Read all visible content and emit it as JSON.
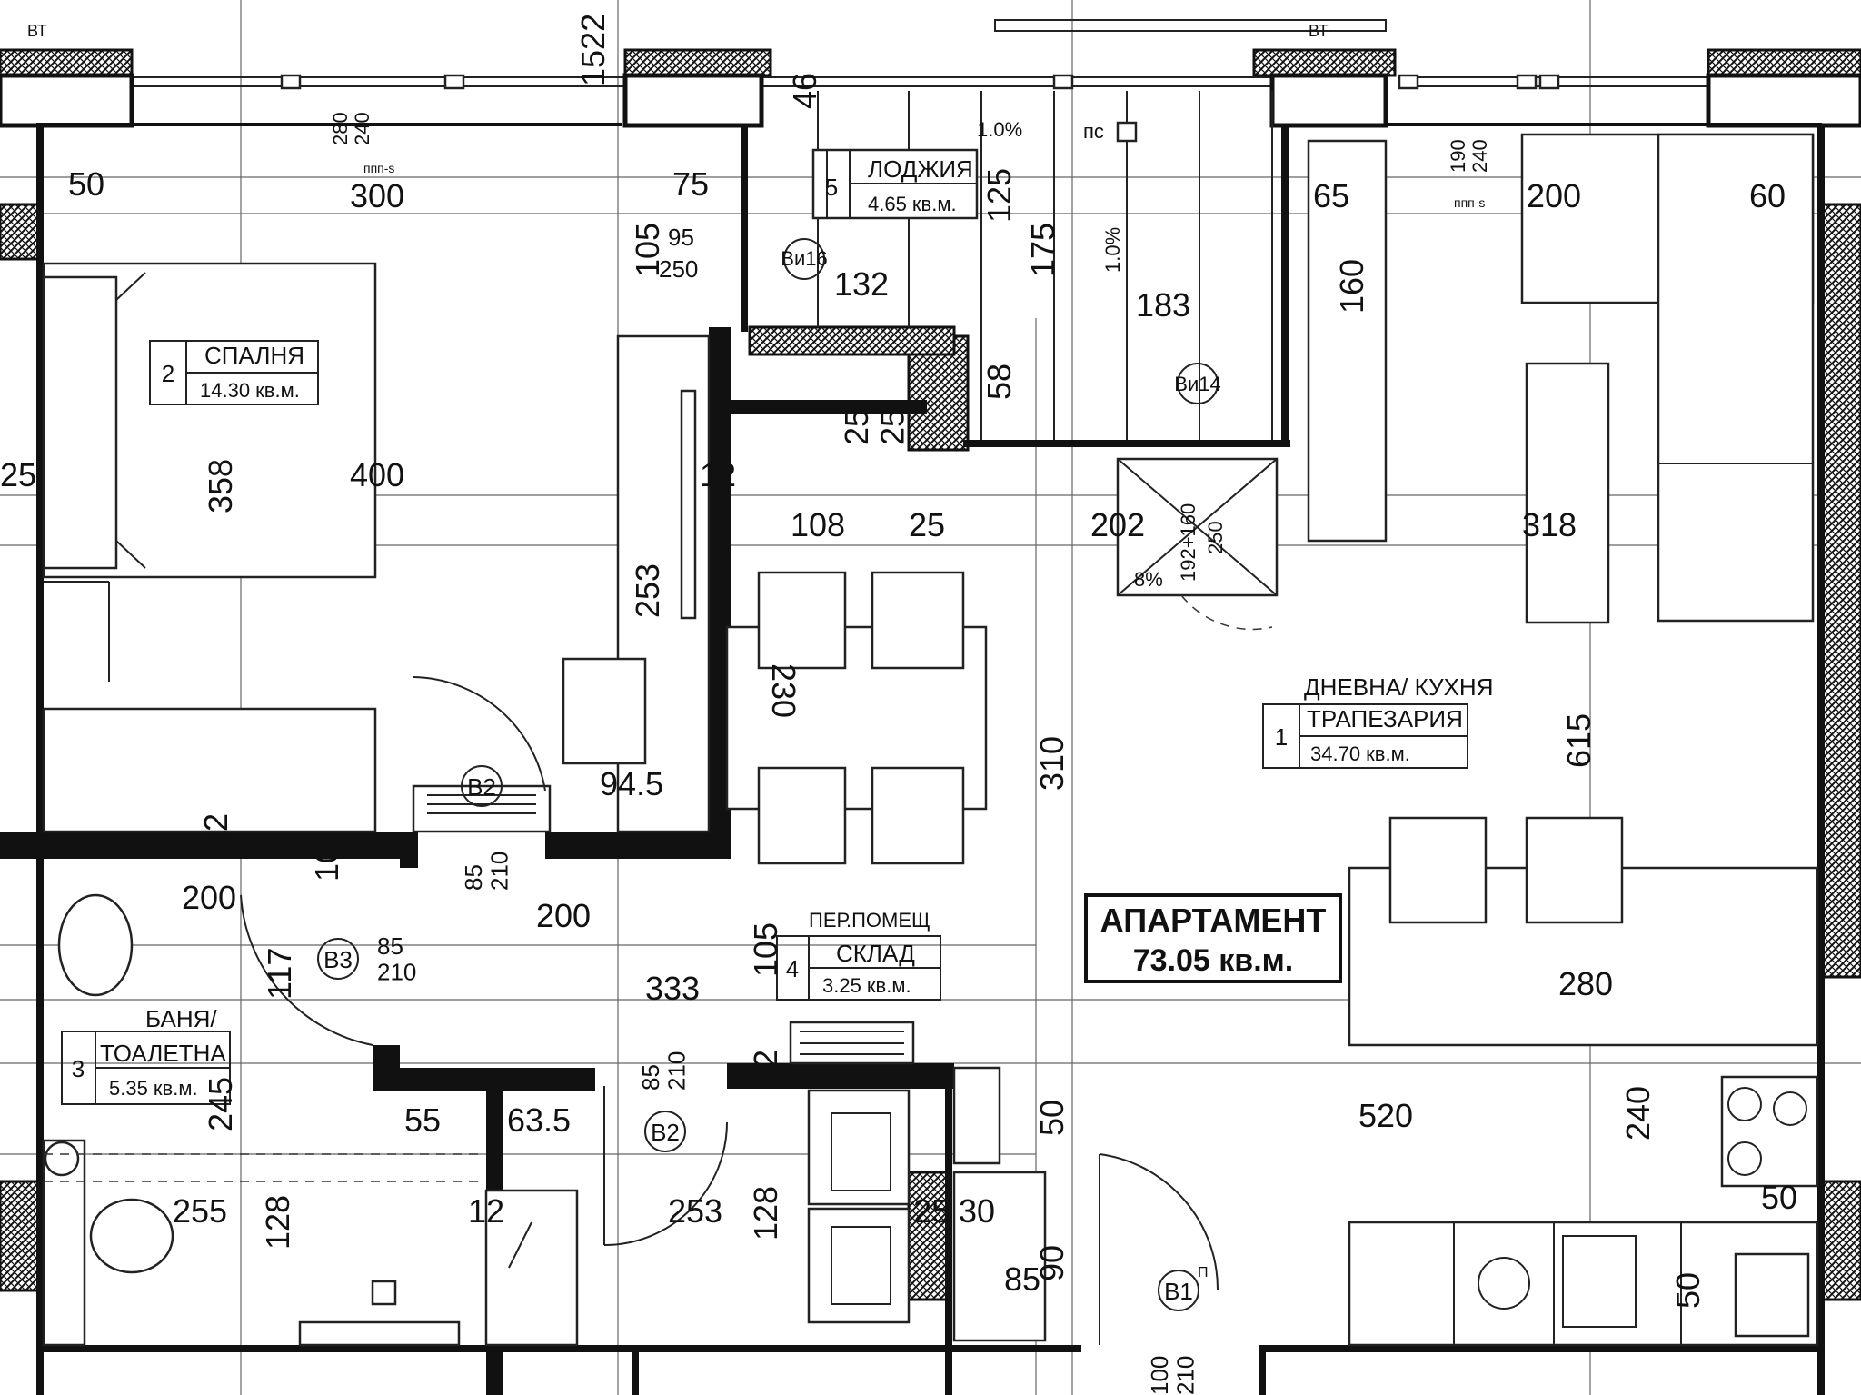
{
  "apartment": {
    "label": "АПАРТАМЕНТ",
    "area": "73.05 кв.м."
  },
  "rooms": {
    "living": {
      "num": "1",
      "title1": "ДНЕВНА/ КУХНЯ",
      "title2": "ТРАПЕЗАРИЯ",
      "area": "34.70 кв.м."
    },
    "bedroom": {
      "num": "2",
      "title": "СПАЛНЯ",
      "area": "14.30 кв.м."
    },
    "bath": {
      "num": "3",
      "title1": "БАНЯ/",
      "title2": "ТОАЛЕТНА",
      "area": "5.35 кв.м."
    },
    "storage": {
      "num": "4",
      "title1": "ПЕР.ПОМЕЩ",
      "title2": "СКЛАД",
      "area": "3.25 кв.м."
    },
    "loggia": {
      "num": "5",
      "title": "ЛОДЖИЯ",
      "area": "4.65 кв.м."
    }
  },
  "doors": {
    "b1": "В1",
    "b2a": "В2",
    "b2b": "В2",
    "b3": "В3",
    "vi16": "Ви16",
    "vi14": "Ви14",
    "superscript": "П",
    "pc": "пс",
    "vt_left": "ВТ",
    "vt_right": "ВТ"
  },
  "dims": {
    "d1522": "1522",
    "d280_240": "280\n240",
    "d190_240": "190\n240",
    "ppp": "ппп-s",
    "ppp2": "ппп-s",
    "d50a": "50",
    "d300": "300",
    "d75": "75",
    "d105a": "105",
    "d95": "95",
    "d250a": "250",
    "d46": "46",
    "d125": "125",
    "d175": "175",
    "d183": "183",
    "d132": "132",
    "slope1": "1.0%",
    "slope2": "1.0%",
    "d65": "65",
    "d160": "160",
    "d200a": "200",
    "d60": "60",
    "d25a": "25",
    "d358": "358",
    "d400": "400",
    "d2525": "25\n25",
    "d58": "58",
    "d12a": "12",
    "d108": "108",
    "d25b": "25",
    "d202": "202",
    "d192_160": "192+160",
    "d250b": "250",
    "slope8": "8%",
    "d318": "318",
    "d253a": "253",
    "d230": "230",
    "d615": "615",
    "d310": "310",
    "d94_5": "94.5",
    "d12b": "12",
    "d10": "10",
    "d85_210a": "85\n210",
    "d200b": "200",
    "d200c": "200",
    "d117": "117",
    "d85_210b": "85\n210",
    "d333": "333",
    "d105b": "105",
    "d280": "280",
    "d85_210c": "85\n210",
    "d12c": "12",
    "d245": "245",
    "d55": "55",
    "d63_5": "63.5",
    "d50b": "50",
    "d520": "520",
    "d240": "240",
    "d255": "255",
    "d128a": "128",
    "d12d": "12",
    "d253b": "253",
    "d128b": "128",
    "d25c": "25",
    "d30": "30",
    "d90": "90",
    "d85": "85",
    "d50c": "50",
    "d50d": "50",
    "d100_210": "100\n210"
  }
}
